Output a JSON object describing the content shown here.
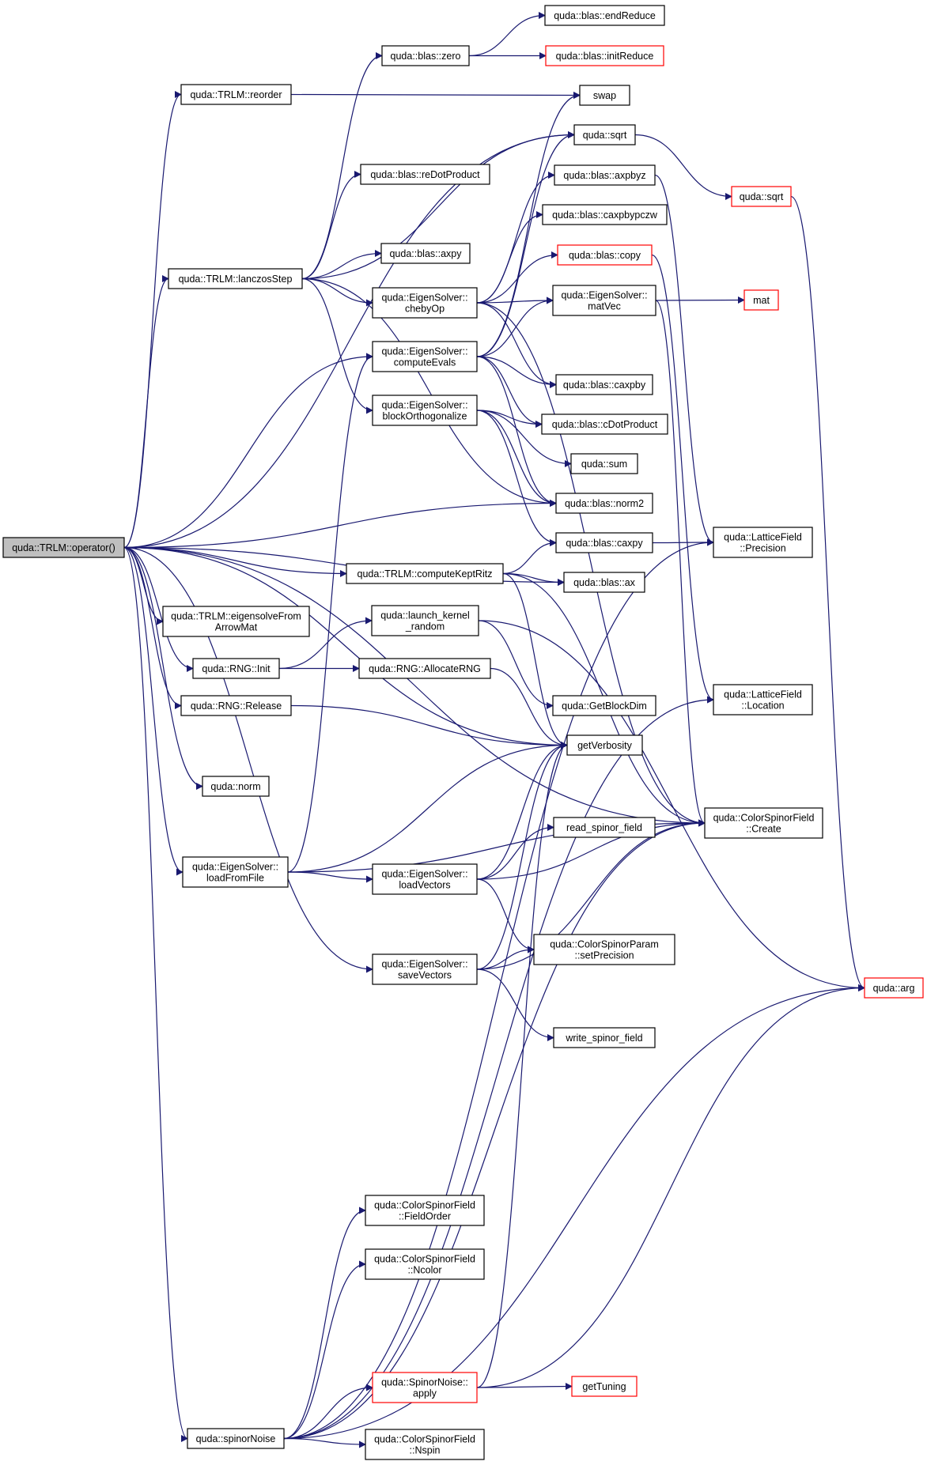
{
  "colors": {
    "edge": "#191970",
    "node_border": "#000000",
    "truncated_border": "#ff0000",
    "root_fill": "#bfbfbf",
    "node_fill": "#ffffff"
  },
  "nodes": [
    {
      "id": "operator",
      "lines": [
        "quda::TRLM::operator()"
      ],
      "root": true
    },
    {
      "id": "reorder",
      "lines": [
        "quda::TRLM::reorder"
      ]
    },
    {
      "id": "lanczosStep",
      "lines": [
        "quda::TRLM::lanczosStep"
      ]
    },
    {
      "id": "eigensolveFromArrowMat",
      "lines": [
        "quda::TRLM::eigensolveFrom",
        "ArrowMat"
      ]
    },
    {
      "id": "rngInit",
      "lines": [
        "quda::RNG::Init"
      ]
    },
    {
      "id": "rngRelease",
      "lines": [
        "quda::RNG::Release"
      ]
    },
    {
      "id": "qnorm",
      "lines": [
        "quda::norm"
      ]
    },
    {
      "id": "loadFromFile",
      "lines": [
        "quda::EigenSolver::",
        "loadFromFile"
      ]
    },
    {
      "id": "spinorNoise",
      "lines": [
        "quda::spinorNoise"
      ]
    },
    {
      "id": "blasZero",
      "lines": [
        "quda::blas::zero"
      ]
    },
    {
      "id": "reDotProduct",
      "lines": [
        "quda::blas::reDotProduct"
      ]
    },
    {
      "id": "blasAxpy",
      "lines": [
        "quda::blas::axpy"
      ]
    },
    {
      "id": "chebyOp",
      "lines": [
        "quda::EigenSolver::",
        "chebyOp"
      ]
    },
    {
      "id": "computeEvals",
      "lines": [
        "quda::EigenSolver::",
        "computeEvals"
      ]
    },
    {
      "id": "blockOrtho",
      "lines": [
        "quda::EigenSolver::",
        "blockOrthogonalize"
      ]
    },
    {
      "id": "computeKeptRitz",
      "lines": [
        "quda::TRLM::computeKeptRitz"
      ]
    },
    {
      "id": "launchKernel",
      "lines": [
        "quda::launch_kernel",
        "_random"
      ]
    },
    {
      "id": "allocRNG",
      "lines": [
        "quda::RNG::AllocateRNG"
      ]
    },
    {
      "id": "loadVectors",
      "lines": [
        "quda::EigenSolver::",
        "loadVectors"
      ]
    },
    {
      "id": "saveVectors",
      "lines": [
        "quda::EigenSolver::",
        "saveVectors"
      ]
    },
    {
      "id": "fieldOrder",
      "lines": [
        "quda::ColorSpinorField",
        "::FieldOrder"
      ]
    },
    {
      "id": "ncolor",
      "lines": [
        "quda::ColorSpinorField",
        "::Ncolor"
      ]
    },
    {
      "id": "spinorNoiseApply",
      "lines": [
        "quda::SpinorNoise::",
        "apply"
      ],
      "truncated": true
    },
    {
      "id": "nspin",
      "lines": [
        "quda::ColorSpinorField",
        "::Nspin"
      ]
    },
    {
      "id": "endReduce",
      "lines": [
        "quda::blas::endReduce"
      ]
    },
    {
      "id": "initReduce",
      "lines": [
        "quda::blas::initReduce"
      ],
      "truncated": true
    },
    {
      "id": "swap",
      "lines": [
        "swap"
      ]
    },
    {
      "id": "qsqrt1",
      "lines": [
        "quda::sqrt"
      ]
    },
    {
      "id": "axpbyz",
      "lines": [
        "quda::blas::axpbyz"
      ]
    },
    {
      "id": "caxpbypczw",
      "lines": [
        "quda::blas::caxpbypczw"
      ]
    },
    {
      "id": "blasCopy",
      "lines": [
        "quda::blas::copy"
      ],
      "truncated": true
    },
    {
      "id": "matVec",
      "lines": [
        "quda::EigenSolver::",
        "matVec"
      ]
    },
    {
      "id": "caxpby",
      "lines": [
        "quda::blas::caxpby"
      ]
    },
    {
      "id": "cDotProduct",
      "lines": [
        "quda::blas::cDotProduct"
      ]
    },
    {
      "id": "qsum",
      "lines": [
        "quda::sum"
      ]
    },
    {
      "id": "norm2",
      "lines": [
        "quda::blas::norm2"
      ]
    },
    {
      "id": "caxpy",
      "lines": [
        "quda::blas::caxpy"
      ]
    },
    {
      "id": "blasAx",
      "lines": [
        "quda::blas::ax"
      ]
    },
    {
      "id": "getBlockDim",
      "lines": [
        "quda::GetBlockDim"
      ]
    },
    {
      "id": "getVerbosity",
      "lines": [
        "getVerbosity"
      ]
    },
    {
      "id": "readSpinor",
      "lines": [
        "read_spinor_field"
      ]
    },
    {
      "id": "setPrecision",
      "lines": [
        "quda::ColorSpinorParam",
        "::setPrecision"
      ]
    },
    {
      "id": "writeSpinor",
      "lines": [
        "write_spinor_field"
      ]
    },
    {
      "id": "getTuning",
      "lines": [
        "getTuning"
      ],
      "truncated": true
    },
    {
      "id": "qsqrt2",
      "lines": [
        "quda::sqrt"
      ],
      "truncated": true
    },
    {
      "id": "mat",
      "lines": [
        "mat"
      ],
      "truncated": true
    },
    {
      "id": "lfPrecision",
      "lines": [
        "quda::LatticeField",
        "::Precision"
      ]
    },
    {
      "id": "lfLocation",
      "lines": [
        "quda::LatticeField",
        "::Location"
      ]
    },
    {
      "id": "csfCreate",
      "lines": [
        "quda::ColorSpinorField",
        "::Create"
      ]
    },
    {
      "id": "qarg",
      "lines": [
        "quda::arg"
      ],
      "truncated": true
    }
  ],
  "edges": [
    [
      "operator",
      "reorder"
    ],
    [
      "operator",
      "qsqrt1"
    ],
    [
      "operator",
      "lanczosStep"
    ],
    [
      "operator",
      "computeEvals"
    ],
    [
      "operator",
      "norm2"
    ],
    [
      "operator",
      "blasAx"
    ],
    [
      "operator",
      "computeKeptRitz"
    ],
    [
      "operator",
      "eigensolveFromArrowMat"
    ],
    [
      "operator",
      "rngInit"
    ],
    [
      "operator",
      "rngRelease"
    ],
    [
      "operator",
      "getVerbosity"
    ],
    [
      "operator",
      "qnorm"
    ],
    [
      "operator",
      "csfCreate"
    ],
    [
      "operator",
      "loadFromFile"
    ],
    [
      "operator",
      "saveVectors"
    ],
    [
      "operator",
      "spinorNoise"
    ],
    [
      "reorder",
      "swap"
    ],
    [
      "lanczosStep",
      "blasZero"
    ],
    [
      "lanczosStep",
      "reDotProduct"
    ],
    [
      "lanczosStep",
      "blasAxpy"
    ],
    [
      "lanczosStep",
      "chebyOp"
    ],
    [
      "lanczosStep",
      "blockOrtho"
    ],
    [
      "lanczosStep",
      "qsqrt1"
    ],
    [
      "lanczosStep",
      "norm2"
    ],
    [
      "blasZero",
      "endReduce"
    ],
    [
      "blasZero",
      "initReduce"
    ],
    [
      "qsqrt1",
      "qsqrt2"
    ],
    [
      "qsqrt2",
      "qarg"
    ],
    [
      "chebyOp",
      "axpbyz"
    ],
    [
      "chebyOp",
      "caxpbypczw"
    ],
    [
      "chebyOp",
      "blasCopy"
    ],
    [
      "chebyOp",
      "matVec"
    ],
    [
      "chebyOp",
      "caxpby"
    ],
    [
      "chebyOp",
      "csfCreate"
    ],
    [
      "computeEvals",
      "matVec"
    ],
    [
      "computeEvals",
      "caxpby"
    ],
    [
      "computeEvals",
      "cDotProduct"
    ],
    [
      "computeEvals",
      "norm2"
    ],
    [
      "computeEvals",
      "swap"
    ],
    [
      "computeEvals",
      "qsqrt1"
    ],
    [
      "blockOrtho",
      "cDotProduct"
    ],
    [
      "blockOrtho",
      "qsum"
    ],
    [
      "blockOrtho",
      "caxpy"
    ],
    [
      "blockOrtho",
      "norm2"
    ],
    [
      "matVec",
      "mat"
    ],
    [
      "matVec",
      "csfCreate"
    ],
    [
      "axpbyz",
      "lfPrecision"
    ],
    [
      "blasCopy",
      "lfLocation"
    ],
    [
      "caxpy",
      "lfPrecision"
    ],
    [
      "computeKeptRitz",
      "caxpy"
    ],
    [
      "computeKeptRitz",
      "blasAx"
    ],
    [
      "computeKeptRitz",
      "getVerbosity"
    ],
    [
      "computeKeptRitz",
      "csfCreate"
    ],
    [
      "rngInit",
      "launchKernel"
    ],
    [
      "rngInit",
      "allocRNG"
    ],
    [
      "launchKernel",
      "getBlockDim"
    ],
    [
      "launchKernel",
      "qarg"
    ],
    [
      "allocRNG",
      "getVerbosity"
    ],
    [
      "rngRelease",
      "getVerbosity"
    ],
    [
      "loadFromFile",
      "loadVectors"
    ],
    [
      "loadFromFile",
      "computeEvals"
    ],
    [
      "loadFromFile",
      "getVerbosity"
    ],
    [
      "loadFromFile",
      "csfCreate"
    ],
    [
      "loadVectors",
      "readSpinor"
    ],
    [
      "loadVectors",
      "csfCreate"
    ],
    [
      "loadVectors",
      "getVerbosity"
    ],
    [
      "loadVectors",
      "setPrecision"
    ],
    [
      "saveVectors",
      "setPrecision"
    ],
    [
      "saveVectors",
      "writeSpinor"
    ],
    [
      "saveVectors",
      "csfCreate"
    ],
    [
      "saveVectors",
      "getVerbosity"
    ],
    [
      "spinorNoise",
      "fieldOrder"
    ],
    [
      "spinorNoise",
      "ncolor"
    ],
    [
      "spinorNoise",
      "spinorNoiseApply"
    ],
    [
      "spinorNoise",
      "nspin"
    ],
    [
      "spinorNoise",
      "lfPrecision"
    ],
    [
      "spinorNoise",
      "lfLocation"
    ],
    [
      "spinorNoise",
      "csfCreate"
    ],
    [
      "spinorNoise",
      "qarg"
    ],
    [
      "spinorNoiseApply",
      "getTuning"
    ],
    [
      "spinorNoiseApply",
      "qarg"
    ],
    [
      "spinorNoiseApply",
      "getVerbosity"
    ]
  ]
}
